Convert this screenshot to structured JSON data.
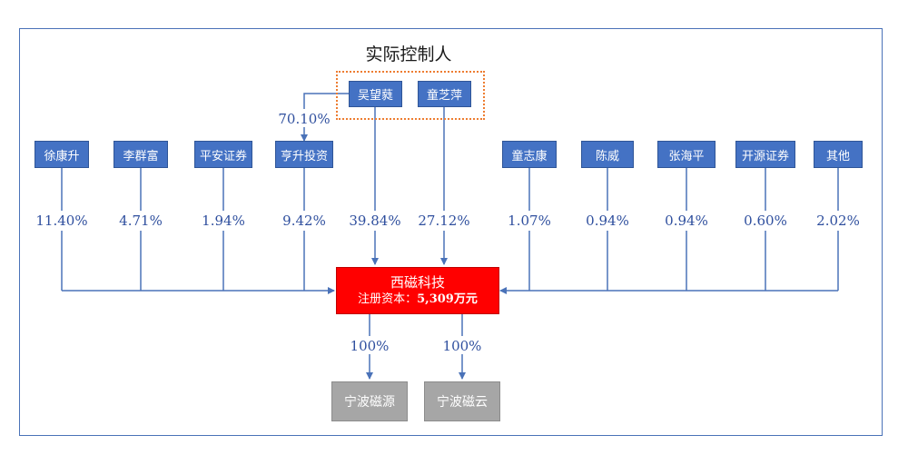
{
  "controller_title": "实际控制人",
  "individuals": [
    "吴望蕤",
    "童芝萍"
  ],
  "wu_stake_in_hengsheng": "70.10%",
  "shareholders": [
    {
      "name": "徐康升",
      "pct": "11.40%"
    },
    {
      "name": "李群富",
      "pct": "4.71%"
    },
    {
      "name": "平安证券",
      "pct": "1.94%"
    },
    {
      "name": "亨升投资",
      "pct": "9.42%"
    },
    {
      "name": "吴望蕤",
      "pct": "39.84%"
    },
    {
      "name": "童芝萍",
      "pct": "27.12%"
    },
    {
      "name": "童志康",
      "pct": "1.07%"
    },
    {
      "name": "陈威",
      "pct": "0.94%"
    },
    {
      "name": "张海平",
      "pct": "0.94%"
    },
    {
      "name": "开源证券",
      "pct": "0.60%"
    },
    {
      "name": "其他",
      "pct": "2.02%"
    }
  ],
  "company": {
    "name": "西磁科技",
    "capital_label": "注册资本：",
    "capital_value": "5,309万元"
  },
  "subsidiaries": [
    {
      "name": "宁波磁源",
      "pct": "100%"
    },
    {
      "name": "宁波磁云",
      "pct": "100%"
    }
  ],
  "colors": {
    "box_blue": "#4472c4",
    "company_red": "#ff0000",
    "subsidiary_gray": "#a6a6a6",
    "line_blue": "#4a72b8",
    "controller_outline": "#ed7d31"
  }
}
